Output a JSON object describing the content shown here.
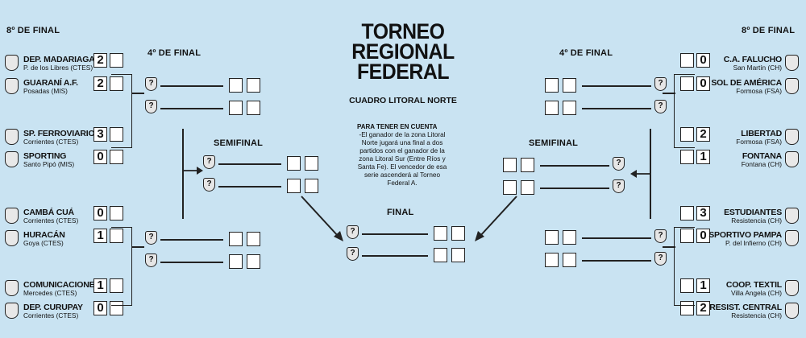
{
  "headers": {
    "octavos_left": "8º DE FINAL",
    "octavos_right": "8º DE FINAL",
    "cuartos_left": "4º DE FINAL",
    "cuartos_right": "4º DE FINAL",
    "semi_left": "SEMIFINAL",
    "semi_right": "SEMIFINAL",
    "final": "FINAL"
  },
  "title": {
    "line1": "TORNEO",
    "line2": "REGIONAL",
    "line3": "FEDERAL"
  },
  "subtitle": "CUADRO LITORAL NORTE",
  "note": {
    "heading": "PARA TENER EN CUENTA",
    "text": "-El ganador de la zona Litoral Norte jugará una final a dos partidos con el ganador de la zona Litoral Sur (Entre Ríos y Santa Fe). El vencedor de esa serie ascenderá al Torneo Federal A."
  },
  "left_teams": [
    {
      "name": "DEP. MADARIAGA",
      "location": "P. de los Libres (CTES)",
      "score": "2"
    },
    {
      "name": "GUARANÍ A.F.",
      "location": "Posadas (MIS)",
      "score": "2"
    },
    {
      "name": "SP. FERROVIARIO",
      "location": "Corrientes (CTES)",
      "score": "3"
    },
    {
      "name": "SPORTING",
      "location": "Santo Pipó (MIS)",
      "score": "0"
    },
    {
      "name": "CAMBÁ CUÁ",
      "location": "Corrientes (CTES)",
      "score": "0"
    },
    {
      "name": "HURACÁN",
      "location": "Goya (CTES)",
      "score": "1"
    },
    {
      "name": "COMUNICACIONES",
      "location": "Mercedes (CTES)",
      "score": "1"
    },
    {
      "name": "DEP. CURUPAY",
      "location": "Corrientes (CTES)",
      "score": "0"
    }
  ],
  "right_teams": [
    {
      "name": "C.A. FALUCHO",
      "location": "San Martín (CH)",
      "score": "0"
    },
    {
      "name": "SOL DE AMÉRICA",
      "location": "Formosa (FSA)",
      "score": "0"
    },
    {
      "name": "LIBERTAD",
      "location": "Formosa (FSA)",
      "score": "2"
    },
    {
      "name": "FONTANA",
      "location": "Fontana (CH)",
      "score": "1"
    },
    {
      "name": "ESTUDIANTES",
      "location": "Resistencia (CH)",
      "score": "3"
    },
    {
      "name": "SPORTIVO PAMPA",
      "location": "P. del Infierno (CH)",
      "score": "0"
    },
    {
      "name": "COOP. TEXTIL",
      "location": "Villa Angela (CH)",
      "score": "1"
    },
    {
      "name": "RESIST. CENTRAL",
      "location": "Resistencia (CH)",
      "score": "2"
    }
  ],
  "placeholder": "?",
  "colors": {
    "background": "#c9e3f2",
    "lines": "#222222",
    "boxes": "#ffffff"
  }
}
